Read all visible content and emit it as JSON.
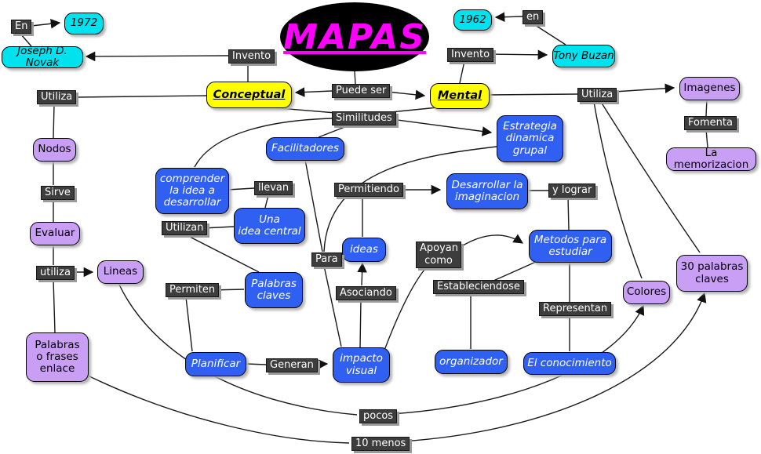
{
  "colors": {
    "canvas": "#ffffff",
    "label_chip_bg": "#3d3d3d",
    "label_chip_text": "#ffffff",
    "chip_shadow": "#9b9b9b",
    "cyan_node": "#00e3ef",
    "yellow_node": "#ffff00",
    "purple_node": "#c99ef5",
    "blue_node": "#3060f2",
    "blue_node_text": "#ffffff",
    "mapas_ellipse_fill": "#000000",
    "mapas_text": "#ff00ff",
    "connector_line": "#1a1a1a"
  },
  "nodes": {
    "mapas": "MAPAS",
    "en_left": "En",
    "year_1972": "1972",
    "joseph_novak": "Joseph D. Novak",
    "invento_left": "Invento",
    "puede_ser": "Puede ser",
    "conceptual": "Conceptual",
    "mental": "Mental",
    "year_1962": "1962",
    "en_right": "en",
    "invento_right": "Invento",
    "tony_buzan": "Tony Buzan",
    "similitudes": "Similitudes",
    "utiliza_left": "Utiliza",
    "utiliza_right": "Utiliza",
    "imagenes": "Imagenes",
    "fomenta": "Fomenta",
    "la_memorizacion": "La memorizacion",
    "nodos": "Nodos",
    "sirve": "Sirve",
    "evaluar": "Evaluar",
    "utiliza_lower": "utiliza",
    "lineas": "Lineas",
    "palabras_frases_enlace": "Palabras\no frases\nenlace",
    "facilitadores": "Facilitadores",
    "comprender": "comprender\nla idea a\ndesarrollar",
    "llevan": "llevan",
    "una_idea_central": "Una\nidea central",
    "utilizan": "Utilizan",
    "palabras_claves": "Palabras\nclaves",
    "permiten": "Permiten",
    "planificar": "Planificar",
    "generan": "Generan",
    "impacto_visual": "impacto\nvisual",
    "para": "Para",
    "ideas": "ideas",
    "asociando": "Asociando",
    "permitiendo": "Permitiendo",
    "desarrollar_imaginacion": "Desarrollar la\nimaginacion",
    "y_lograr": "y lograr",
    "estrategia_dinamica": "Estrategia\ndinamica\ngrupal",
    "apoyan_como": "Apoyan\ncomo",
    "metodos_estudiar": "Metodos para\nestudiar",
    "estableciendose": "Estableciendose",
    "organizador": "organizador",
    "representan": "Representan",
    "el_conocimiento": "El conocimiento",
    "colores": "Colores",
    "palabras_30": "30 palabras\nclaves",
    "pocos": "pocos",
    "diez_menos": "10 menos"
  }
}
